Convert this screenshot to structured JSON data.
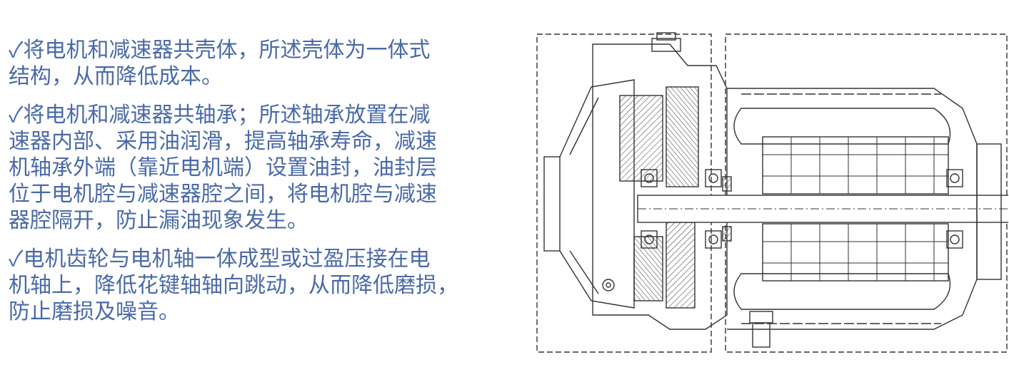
{
  "bullets": [
    {
      "mark": "✓",
      "text": "将电机和减速器共壳体，所述壳体为一体式\n结构，从而降低成本。"
    },
    {
      "mark": "✓",
      "text": "将电机和减速器共轴承；所述轴承放置在减\n速器内部、采用油润滑，提高轴承寿命，减速\n机轴承外端（靠近电机端）设置油封，油封层\n位于电机腔与减速器腔之间，将电机腔与减速\n器腔隔开，防止漏油现象发生。"
    },
    {
      "mark": "✓",
      "text": "电机齿轮与电机轴一体成型或过盈压接在电\n机轴上，降低花键轴轴向跳动，从而降低磨损，\n防止磨损及噪音。"
    }
  ],
  "colors": {
    "text": "#4a6aa8",
    "drawing": "#333333"
  },
  "diagram": {
    "icon": "motor-reducer-cross-section-drawing"
  }
}
